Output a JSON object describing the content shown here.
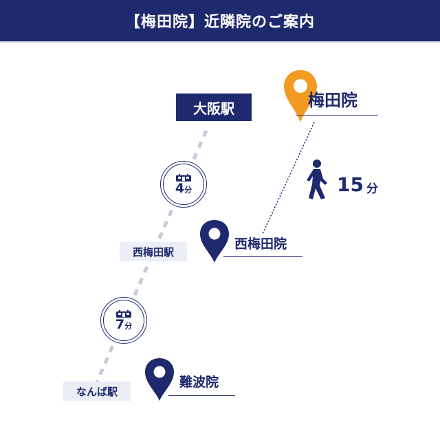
{
  "header": {
    "title": "【梅田院】近隣院のご案内"
  },
  "colors": {
    "navy": "#1f2a6e",
    "orange": "#f39a22",
    "rail_gray": "#c8c9d8",
    "station_bg": "#eceef5"
  },
  "stations": [
    {
      "name": "大阪駅",
      "style": "main"
    },
    {
      "name": "西梅田駅",
      "style": "sub"
    },
    {
      "name": "なんば駅",
      "style": "sub"
    }
  ],
  "train_segments": [
    {
      "icon": "train-icon",
      "minutes": "4",
      "unit": "分"
    },
    {
      "icon": "train-icon",
      "minutes": "7",
      "unit": "分"
    }
  ],
  "clinics": [
    {
      "name": "梅田院",
      "pin_color": "orange",
      "current": true
    },
    {
      "name": "西梅田院",
      "pin_color": "navy"
    },
    {
      "name": "難波院",
      "pin_color": "navy"
    }
  ],
  "walk": {
    "icon": "walking-person-icon",
    "minutes": "15",
    "unit": "分"
  }
}
